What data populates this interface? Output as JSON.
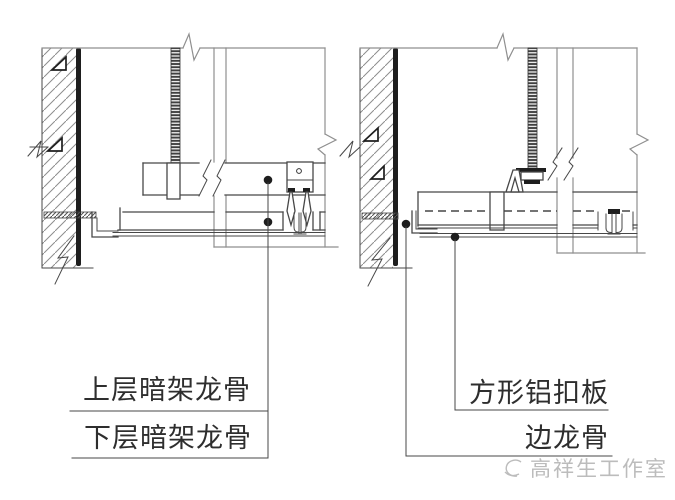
{
  "drawing": {
    "type": "ceiling-suspension-construction-detail",
    "left_diagram": {
      "description_icons": [
        "wall-hatch",
        "threaded-hanger-rod",
        "upper-carrier-keel",
        "panel-joint-clips",
        "edge-angle"
      ],
      "callouts": [
        {
          "label": "上层暗架龙骨"
        },
        {
          "label": "下层暗架龙骨"
        }
      ]
    },
    "right_diagram": {
      "description_icons": [
        "wall-hatch",
        "threaded-hanger-rod",
        "hanger-clamp",
        "square-panel",
        "edge-keel"
      ],
      "callouts": [
        {
          "label": "方形铝扣板"
        },
        {
          "label": "边龙骨"
        }
      ]
    }
  },
  "labels": {
    "upper_keel": "上层暗架龙骨",
    "lower_keel": "下层暗架龙骨",
    "aluminum_panel": "方形铝扣板",
    "edge_keel": "边龙骨"
  },
  "watermark": {
    "text": "高祥生工作室"
  },
  "colors": {
    "bg": "#ffffff",
    "line": "#474747",
    "light": "#8f8f8f",
    "dark": "#1e1e1e",
    "text": "#2e2e2e",
    "wm": "#bcbcbc"
  }
}
